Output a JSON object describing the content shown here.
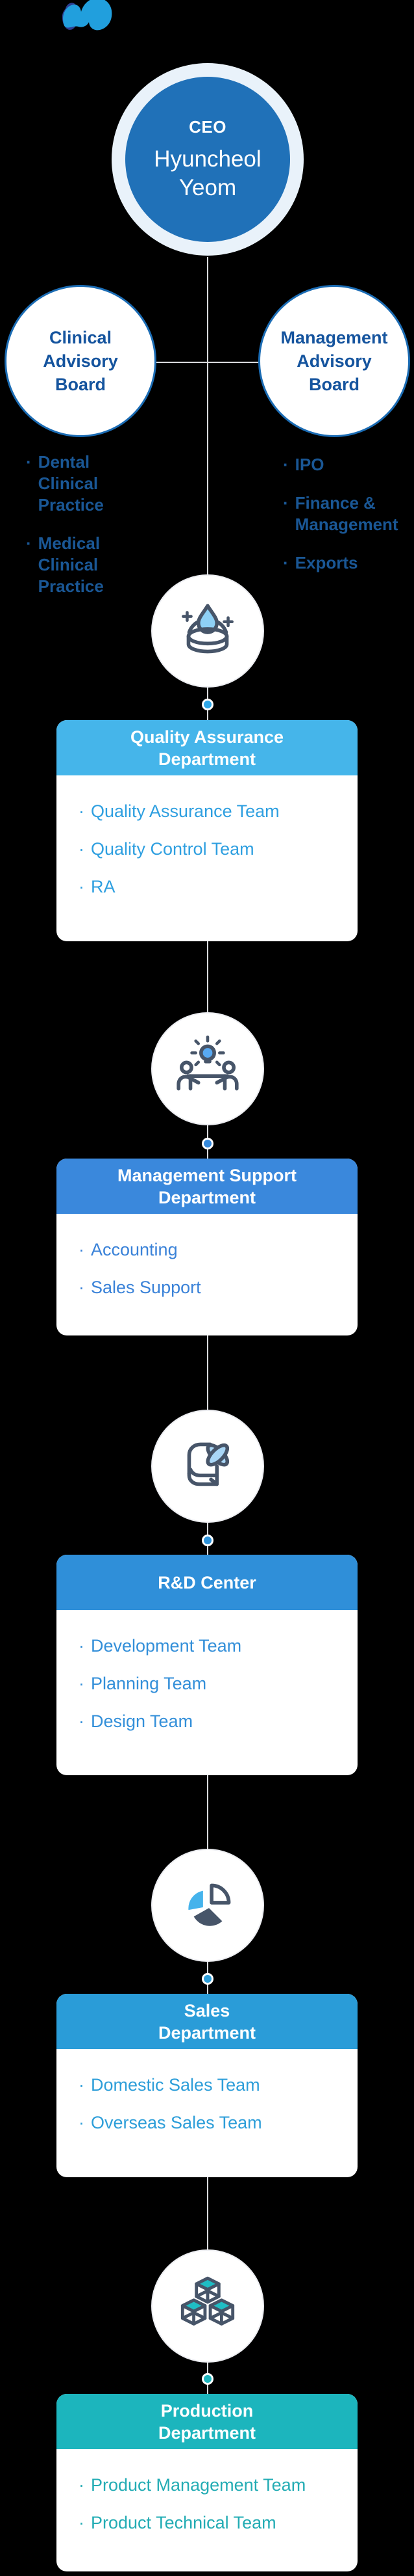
{
  "page": {
    "bg": "#000000",
    "line_color": "#d9dadd",
    "bullet": "·"
  },
  "logo": {
    "navy": "#2c3f92",
    "blue": "#219fdd"
  },
  "ceo": {
    "role": "CEO",
    "name": "Hyuncheol\nYeom",
    "circle_color": "#2071b8",
    "halo_color": "#e9f2fa",
    "text_color": "#ffffff"
  },
  "boards": {
    "border_color": "#1b6cb4",
    "title_color": "#15549e",
    "list_color": "#1a5795",
    "left": {
      "title": "Clinical\nAdvisory\nBoard",
      "items": [
        "Dental\nClinical\nPractice",
        "Medical\nClinical\nPractice"
      ]
    },
    "right": {
      "title": "Management\nAdvisory\nBoard",
      "items": [
        "IPO",
        "Finance &\nManagement",
        "Exports"
      ]
    }
  },
  "departments": [
    {
      "icon": "lab-dish-icon",
      "title": "Quality Assurance\nDepartment",
      "header_color": "#45b5ea",
      "item_color": "#2e9fe0",
      "dot_color": "#2fa7e8",
      "items": [
        "Quality  Assurance Team",
        "Quality Control  Team",
        "RA"
      ]
    },
    {
      "icon": "meeting-idea-icon",
      "title": "Management Support\nDepartment",
      "header_color": "#3a88dc",
      "item_color": "#3a82d8",
      "dot_color": "#3589dc",
      "items": [
        "Accounting",
        "Sales Support"
      ]
    },
    {
      "icon": "book-atom-icon",
      "title": "R&D Center",
      "header_color": "#2f8fd9",
      "item_color": "#338fd9",
      "dot_color": "#2e93da",
      "items": [
        "Development Team",
        "Planning Team",
        "Design Team"
      ]
    },
    {
      "icon": "pie-chart-icon",
      "title": "Sales\nDepartment",
      "header_color": "#2a9cd8",
      "item_color": "#2d9ed9",
      "dot_color": "#2d9ed9",
      "items": [
        "Domestic Sales Team",
        "Overseas Sales  Team"
      ]
    },
    {
      "icon": "cubes-icon",
      "title": "Production\nDepartment",
      "header_color": "#1cb5bd",
      "item_color": "#23acb4",
      "dot_color": "#1db5bd",
      "items": [
        "Product Management Team",
        "Product Technical Team"
      ]
    }
  ]
}
